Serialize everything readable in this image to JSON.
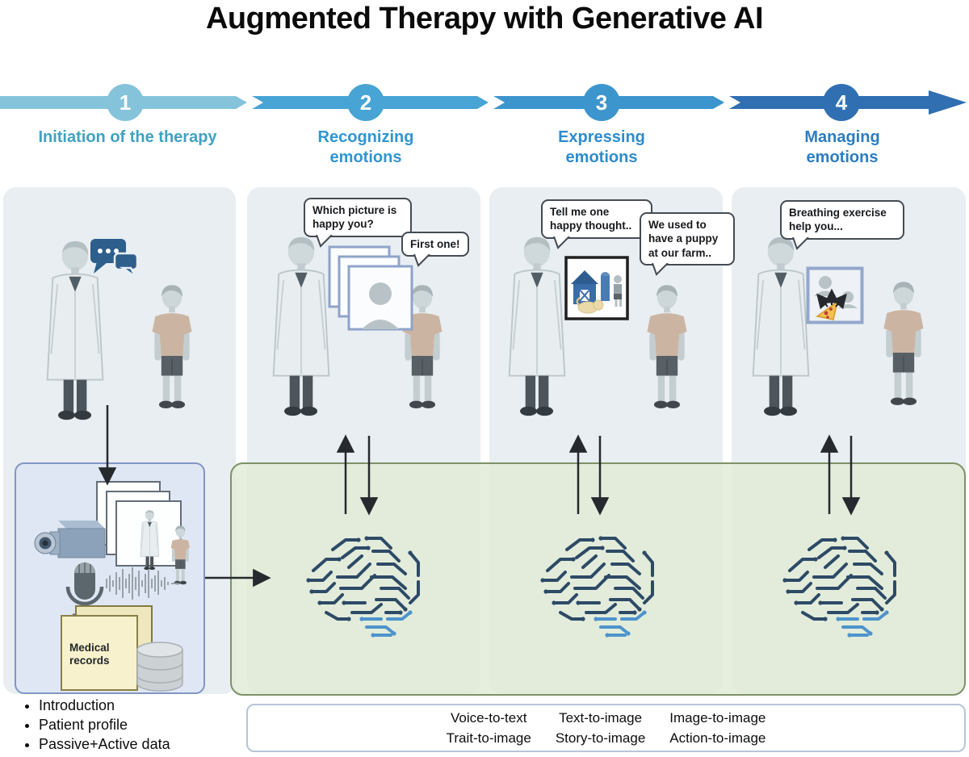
{
  "title": "Augmented Therapy with Generative AI",
  "timeline": {
    "steps": [
      {
        "num": "1",
        "label": "Initiation of the therapy",
        "color": "#85c3da",
        "label_color": "#40a2c2"
      },
      {
        "num": "2",
        "label": "Recognizing emotions",
        "color": "#47a4d4",
        "label_color": "#2f96d2"
      },
      {
        "num": "3",
        "label": "Expressing emotions",
        "color": "#3c95cc",
        "label_color": "#2d8ccd"
      },
      {
        "num": "4",
        "label": "Managing emotions",
        "color": "#2f6fb2",
        "label_color": "#2c7dc0"
      }
    ]
  },
  "panels": [
    {
      "name": "initiation-of-the-therapy"
    },
    {
      "name": "recognizing-emotions",
      "therapist_bubble": "Which picture is happy you?",
      "child_bubble": "First one!"
    },
    {
      "name": "expressing-emotions",
      "therapist_bubble": "Tell me one happy thought..",
      "child_bubble": "We used to have a puppy at our farm.."
    },
    {
      "name": "managing-emotions",
      "therapist_bubble": "Breathing exercise help you..."
    }
  ],
  "data_collection_box": {
    "medical_records_label": "Medical records"
  },
  "bullets": [
    "Introduction",
    "Patient profile",
    "Passive+Active data"
  ],
  "output_box": {
    "columns": [
      {
        "top": "Voice-to-text",
        "bottom": "Trait-to-image"
      },
      {
        "top": "Text-to-image",
        "bottom": "Story-to-image"
      },
      {
        "top": "Image-to-image",
        "bottom": "Action-to-image"
      }
    ]
  },
  "colors": {
    "panel_bg": "#e8eef2",
    "green_box_border": "#7e9168",
    "blue_box_border": "#8295c5",
    "brain_dark": "#2d4a66",
    "brain_light": "#4e94cc",
    "arrow": "#26292d"
  },
  "icons": {
    "chat-bubbles-icon": "two overlapping speech bubbles with dots",
    "video-camera-icon": "camera recording stacked picture frames",
    "microphone-icon": "microphone with audio waveform",
    "medical-records-icon": "folder pages with database cylinder",
    "ai-brain-circuit-icon": "circuit-board brain",
    "picture-cards-icon": "stacked portrait cards",
    "farm-image-icon": "generated farm picture with barn and puppy",
    "pizza-image-icon": "generated picture with figures and pizza slice"
  }
}
